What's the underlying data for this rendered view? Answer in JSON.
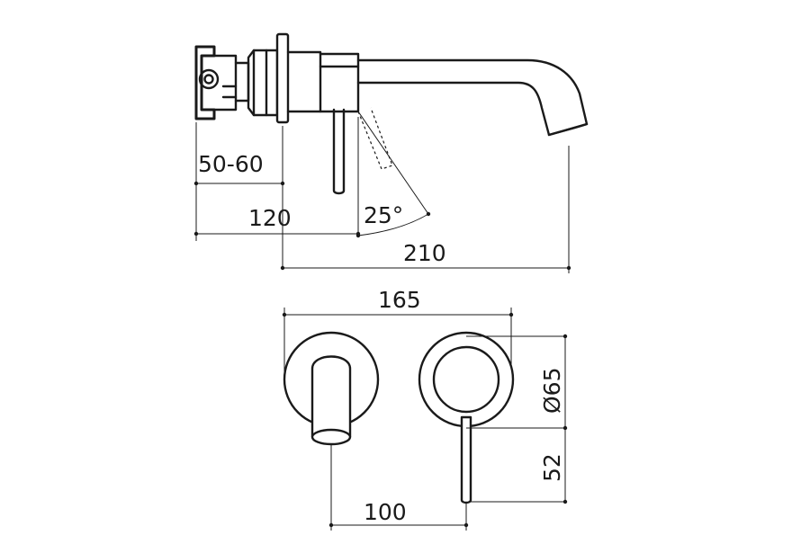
{
  "dimensions": {
    "wall_depth": "50-60",
    "lever_offset": "120",
    "lever_angle": "25°",
    "spout_projection": "210",
    "plate_centres": "165",
    "plate_diameter": "Ø65",
    "lever_length": "52",
    "spout_to_lever": "100"
  }
}
